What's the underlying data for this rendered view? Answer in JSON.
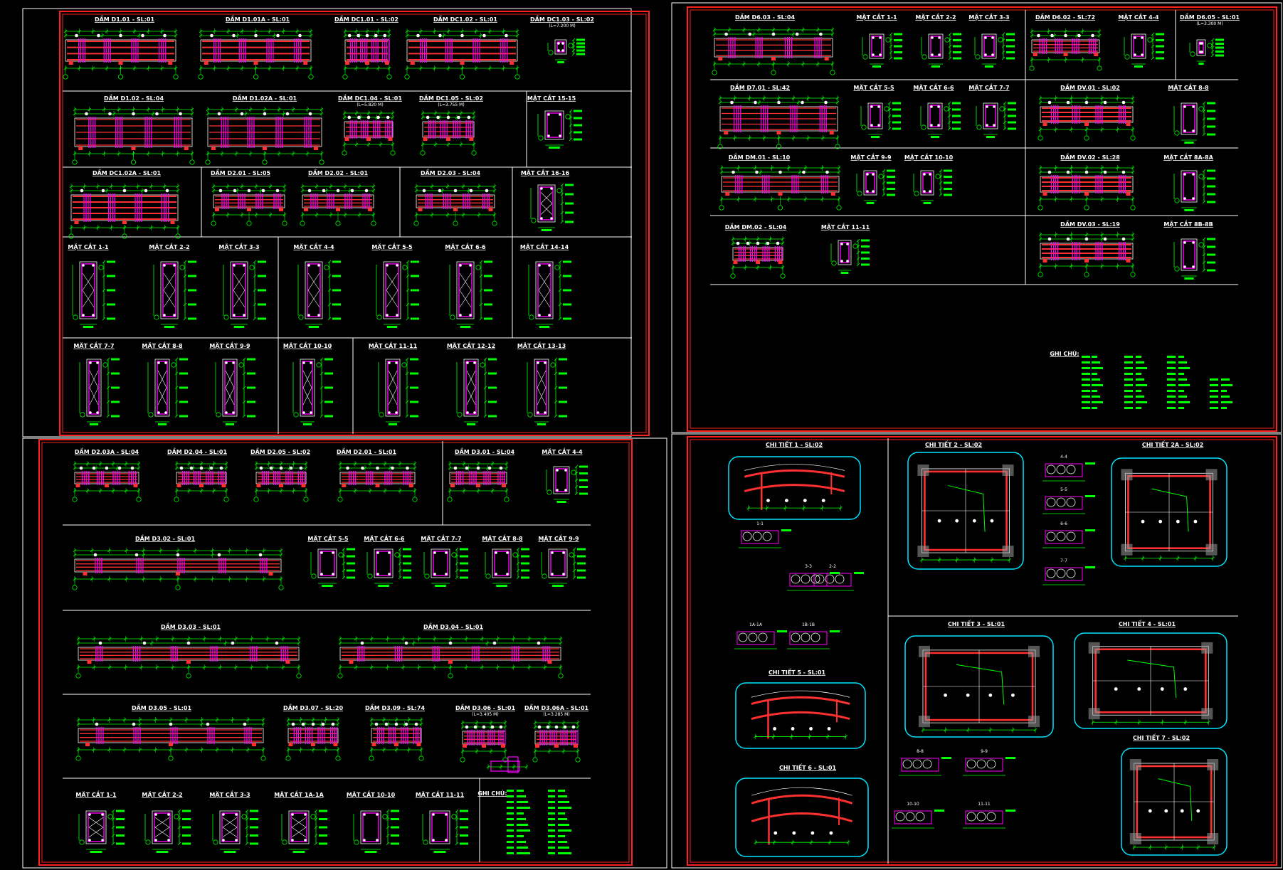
{
  "colors": {
    "background": "#000000",
    "frame_red": "#ff2020",
    "divider": "#ffffff",
    "dimension_green": "#00ff00",
    "rebar_red": "#ff3030",
    "stirrup_magenta": "#ff00ff",
    "detail_cyan": "#00e5ff",
    "hatch_gray": "#9a9a9a",
    "text_white": "#ffffff"
  },
  "sheets": [
    {
      "rows": [
        {
          "titles": [
            "DẦM D1.01 - SL:01",
            "DẦM D1.01A - SL:01",
            "DẦM DC1.01 - SL:02",
            "DẦM DC1.02 - SL:01",
            "DẦM DC1.03 - SL:02"
          ],
          "subtitles": [
            "",
            "",
            "",
            "",
            "(L=7.200 M)"
          ]
        },
        {
          "titles": [
            "DẦM D1.02 - SL:04",
            "DẦM D1.02A - SL:01",
            "DẦM DC1.04 - SL:01",
            "DẦM DC1.05 - SL:02",
            "MẶT CẮT 15-15"
          ],
          "subtitles": [
            "",
            "",
            "(L=5.820 M)",
            "(L=3.755 M)",
            ""
          ]
        },
        {
          "titles": [
            "DẦM DC1.02A - SL:01",
            "DẦM D2.01 - SL:05",
            "DẦM D2.02 - SL:01",
            "DẦM D2.03 - SL:04",
            "MẶT CẮT 16-16"
          ],
          "subtitles": [
            "",
            "",
            "",
            "",
            ""
          ]
        },
        {
          "titles": [
            "MẶT CẮT 1-1",
            "MẶT CẮT 2-2",
            "MẶT CẮT 3-3",
            "MẶT CẮT 4-4",
            "MẶT CẮT 5-5",
            "MẶT CẮT 6-6",
            "MẶT CẮT 14-14"
          ],
          "subtitles": [
            "",
            "",
            "",
            "",
            "",
            "",
            ""
          ]
        },
        {
          "titles": [
            "MẶT CẮT 7-7",
            "MẶT CẮT 8-8",
            "MẶT CẮT 9-9",
            "MẶT CẮT 10-10",
            "MẶT CẮT 11-11",
            "MẶT CẮT 12-12",
            "MẶT CẮT 13-13"
          ],
          "subtitles": [
            "",
            "",
            "",
            "",
            "",
            "",
            ""
          ]
        }
      ]
    },
    {
      "rows": [
        {
          "titles": [
            "DẦM D6.03 - SL:04",
            "MẶT CẮT 1-1",
            "MẶT CẮT 2-2",
            "MẶT CẮT 3-3",
            "DẦM D6.02 - SL:72",
            "MẶT CẮT 4-4",
            "DẦM D6.05 - SL:01"
          ],
          "subtitles": [
            "",
            "",
            "",
            "",
            "",
            "",
            "(L=3.300 M)"
          ]
        },
        {
          "titles": [
            "DẦM D7.01 - SL:42",
            "MẶT CẮT 5-5",
            "MẶT CẮT 6-6",
            "MẶT CẮT 7-7",
            "DẦM DV.01 - SL:02",
            "MẶT CẮT 8-8"
          ],
          "subtitles": [
            "",
            "",
            "",
            "",
            "",
            ""
          ]
        },
        {
          "titles": [
            "DẦM DM.01 - SL:10",
            "MẶT CẮT 9-9",
            "MẶT CẮT 10-10",
            "DẦM DV.02 - SL:28",
            "MẶT CẮT 8A-8A"
          ],
          "subtitles": [
            "",
            "",
            "",
            "",
            ""
          ]
        },
        {
          "titles": [
            "DẦM DM.02 - SL:04",
            "MẶT CẮT 11-11",
            "DẦM DV.03 - SL:19",
            "MẶT CẮT 8B-8B"
          ],
          "subtitles": [
            "",
            "",
            "",
            ""
          ]
        }
      ],
      "notes_title": "GHI CHÚ:"
    },
    {
      "rows": [
        {
          "titles": [
            "DẦM D2.03A - SL:04",
            "DẦM D2.04 - SL:01",
            "DẦM D2.05 - SL:02",
            "DẦM D2.01 - SL:01",
            "DẦM D3.01 - SL:04",
            "MẶT CẮT 4-4"
          ],
          "subtitles": [
            "",
            "",
            "",
            "",
            "",
            ""
          ]
        },
        {
          "titles": [
            "DẦM D3.02 - SL:01",
            "MẶT CẮT 5-5",
            "MẶT CẮT 6-6",
            "MẶT CẮT 7-7",
            "MẶT CẮT 8-8",
            "MẶT CẮT 9-9"
          ],
          "subtitles": [
            "",
            "",
            "",
            "",
            "",
            ""
          ]
        },
        {
          "titles": [
            "DẦM D3.03 - SL:01",
            "DẦM D3.04 - SL:01"
          ],
          "subtitles": [
            "",
            ""
          ]
        },
        {
          "titles": [
            "DẦM D3.05 - SL:01",
            "DẦM D3.07 - SL:20",
            "DẦM D3.09 - SL:74",
            "DẦM D3.06 - SL:01",
            "DẦM D3.06A - SL:01"
          ],
          "subtitles": [
            "",
            "",
            "",
            "(L=3.405 M)",
            "(L=3.285 M)"
          ]
        },
        {
          "titles": [
            "MẶT CẮT 1-1",
            "MẶT CẮT 2-2",
            "MẶT CẮT 3-3",
            "MẶT CẮT 1A-1A",
            "MẶT CẮT 10-10",
            "MẶT CẮT 11-11"
          ],
          "subtitles": [
            "",
            "",
            "",
            "",
            "",
            ""
          ]
        }
      ],
      "notes_title": "GHI CHÚ:"
    },
    {
      "details": [
        "CHI TIẾT 1 - SL:02",
        "CHI TIẾT 2 - SL:02",
        "CHI TIẾT 2A - SL:02",
        "CHI TIẾT 3 - SL:01",
        "CHI TIẾT 4 - SL:01",
        "CHI TIẾT 5 - SL:01",
        "CHI TIẾT 6 - SL:01",
        "CHI TIẾT 7 - SL:02"
      ],
      "section_labels": [
        "1-1",
        "2-2",
        "3-3",
        "1A-1A",
        "1B-1B",
        "4-4",
        "5-5",
        "6-6",
        "7-7",
        "8-8",
        "9-9",
        "10-10",
        "11-11"
      ]
    }
  ]
}
